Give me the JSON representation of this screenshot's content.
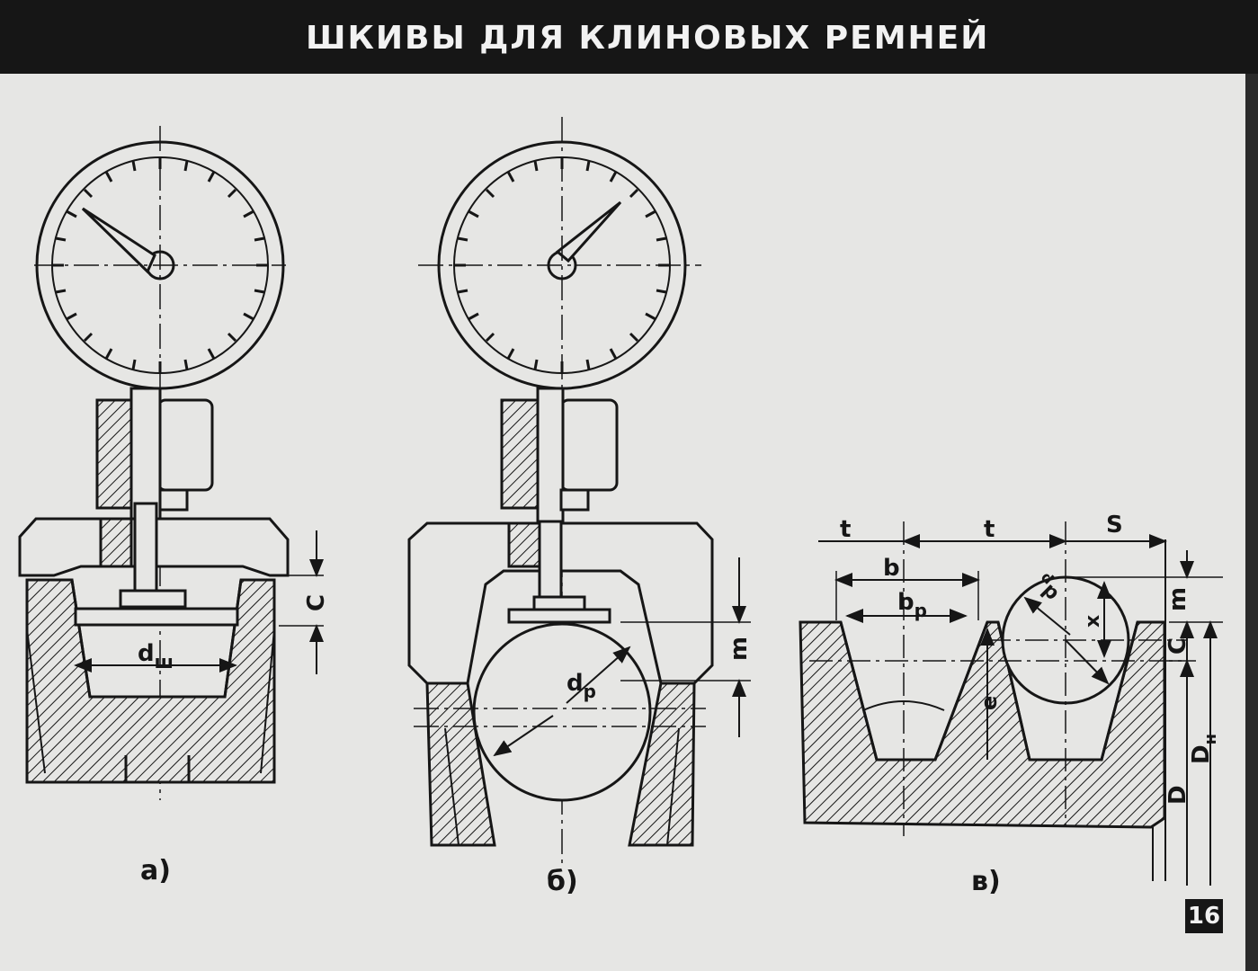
{
  "title": "ШКИВЫ ДЛЯ КЛИНОВЫХ РЕМНЕЙ",
  "page_number": "16",
  "figures": [
    {
      "label": "а)",
      "dims": {
        "d": "d",
        "d_sub": "ш",
        "c": "C"
      }
    },
    {
      "label": "б)",
      "dims": {
        "d": "d",
        "d_sub": "p",
        "m": "m"
      }
    },
    {
      "label": "в)",
      "dims": {
        "t1": "t",
        "t2": "t",
        "s": "S",
        "b": "b",
        "bp": "b",
        "bp_sub": "p",
        "m": "m",
        "c": "C",
        "x": "x",
        "dp": "d",
        "dp_sub": "p",
        "e": "e",
        "d": "D",
        "dn": "D",
        "dn_sub": "н"
      }
    }
  ],
  "colors": {
    "ink": "#161616",
    "paper": "#e6e6e4",
    "bar": "#161616"
  }
}
